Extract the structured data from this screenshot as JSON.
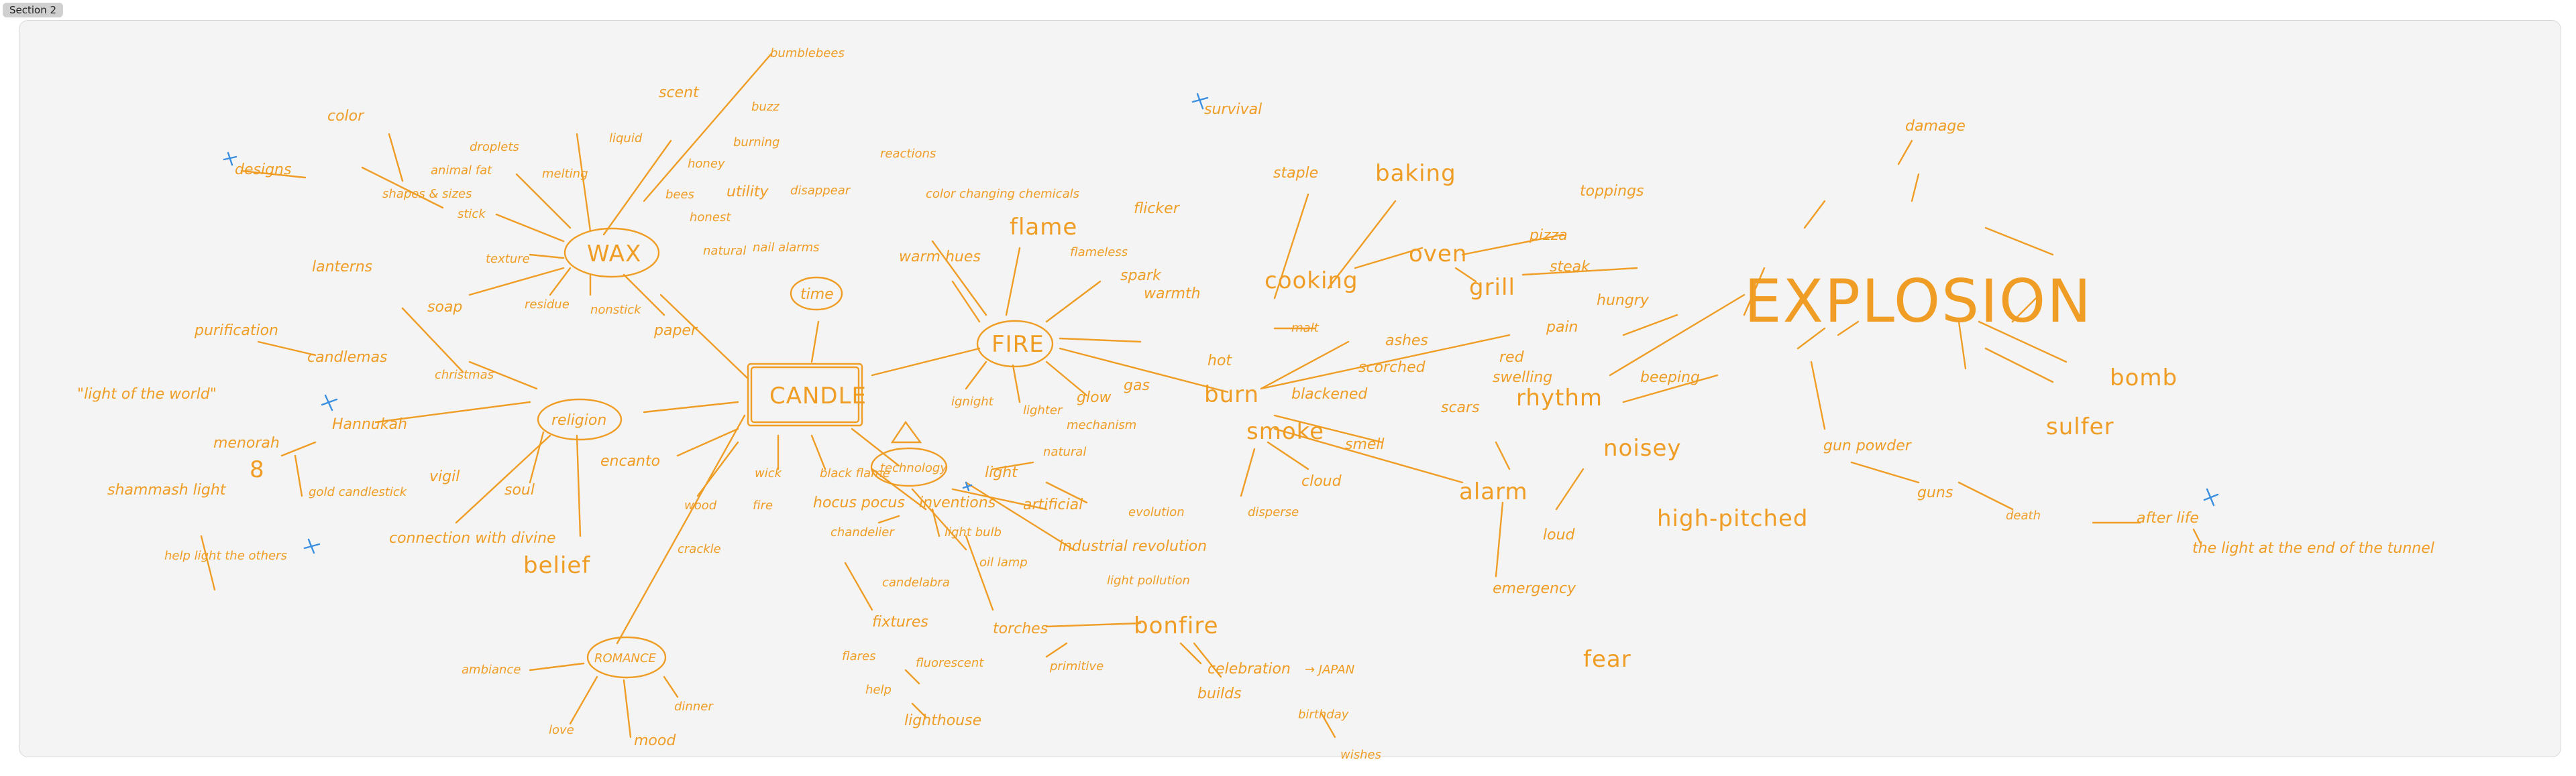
{
  "section": {
    "label": "Section 2"
  },
  "colors": {
    "ink": "#ef9d25",
    "star": "#3b8fe0",
    "canvas": "#f4f4f4"
  },
  "labels": {
    "candle": "CANDLE",
    "wax": "WAX",
    "fire": "FIRE",
    "religion": "religion",
    "romance": "ROMANCE",
    "technology": "technology",
    "time": "time",
    "explosion": "EXPLOSION",
    "color": "color",
    "designs": "designs",
    "shapes_sizes": "shapes & sizes",
    "animal_fat": "animal fat",
    "droplets": "droplets",
    "melting": "melting",
    "liquid": "liquid",
    "stick": "stick",
    "texture": "texture",
    "residue": "residue",
    "nonstick": "nonstick",
    "paper": "paper",
    "soap": "soap",
    "scent": "scent",
    "bumblebees": "bumblebees",
    "buzz": "buzz",
    "honey": "honey",
    "bees": "bees",
    "utility": "utility",
    "honest": "honest",
    "natural_wax": "natural",
    "burning": "burning",
    "disappear": "disappear",
    "nail_alarms": "nail alarms",
    "lanterns": "lanterns",
    "purification": "purification",
    "candlemas": "candlemas",
    "christmas": "christmas",
    "light_of_world": "\"light of the world\"",
    "hannukah": "Hannukah",
    "menorah": "menorah",
    "eight": "8",
    "gold_candlestick": "gold candlestick",
    "shammash_light": "shammash light",
    "help_light_others": "help light the others",
    "vigil": "vigil",
    "soul": "soul",
    "connection_divine": "connection with divine",
    "belief": "belief",
    "encanto": "encanto",
    "wood": "wood",
    "crackle": "crackle",
    "wick": "wick",
    "fire_small": "fire",
    "ambiance": "ambiance",
    "love": "love",
    "mood": "mood",
    "dinner": "dinner",
    "reactions": "reactions",
    "color_changing": "color changing chemicals",
    "warm_hues": "warm hues",
    "flame": "flame",
    "flicker": "flicker",
    "flameless": "flameless",
    "spark": "spark",
    "ignight": "ignight",
    "lighter": "lighter",
    "glow": "glow",
    "gas": "gas",
    "mechanism": "mechanism",
    "black_flame": "black flame",
    "hocus_pocus": "hocus pocus",
    "inventions": "inventions",
    "light": "light",
    "natural": "natural",
    "artificial": "artificial",
    "chandelier": "chandelier",
    "light_bulb": "light bulb",
    "oil_lamp": "oil lamp",
    "evolution": "evolution",
    "industrial_revolution": "industrial revolution",
    "light_pollution": "light pollution",
    "candelabra": "candelabra",
    "fixtures": "fixtures",
    "torches": "torches",
    "primitive": "primitive",
    "flares": "flares",
    "fluorescent": "fluorescent",
    "help": "help",
    "lighthouse": "lighthouse",
    "bonfire": "bonfire",
    "celebration": "celebration",
    "japan": "→ JAPAN",
    "builds": "builds",
    "birthday": "birthday",
    "wishes": "wishes",
    "survival": "survival",
    "staple": "staple",
    "baking": "baking",
    "cooking": "cooking",
    "oven": "oven",
    "pizza": "pizza",
    "toppings": "toppings",
    "grill": "grill",
    "steak": "steak",
    "hungry": "hungry",
    "warmth": "warmth",
    "malt": "malt",
    "hot": "hot",
    "burn": "burn",
    "ashes": "ashes",
    "scorched": "scorched",
    "red": "red",
    "pain": "pain",
    "swelling": "swelling",
    "blackened": "blackened",
    "scars": "scars",
    "rhythm": "rhythm",
    "beeping": "beeping",
    "smoke": "smoke",
    "smell": "smell",
    "cloud": "cloud",
    "disperse": "disperse",
    "alarm": "alarm",
    "noisey": "noisey",
    "high_pitched": "high-pitched",
    "loud": "loud",
    "emergency": "emergency",
    "fear": "fear",
    "damage": "damage",
    "bomb": "bomb",
    "sulfer": "sulfer",
    "gun_powder": "gun powder",
    "guns": "guns",
    "death": "death",
    "afterlife": "after life",
    "light_end_tunnel": "the light at the end of the tunnel"
  }
}
